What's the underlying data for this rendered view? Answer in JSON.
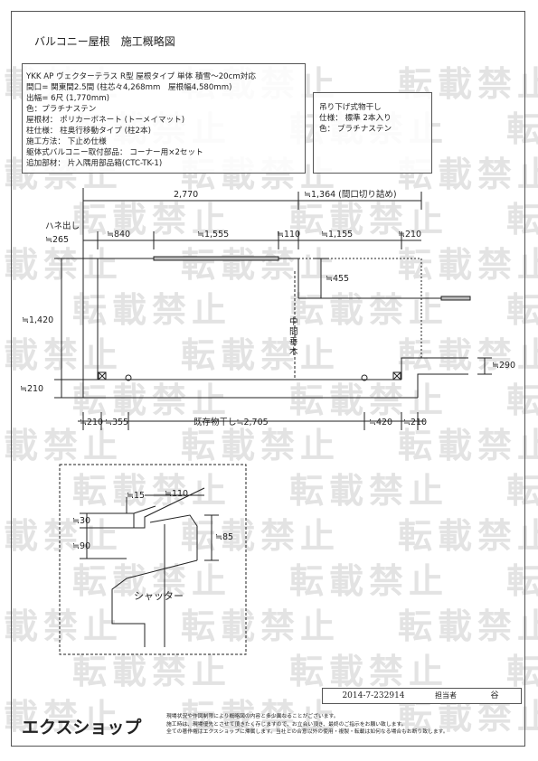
{
  "header": {
    "title": "バルコニー屋根　施工概略図"
  },
  "spec": {
    "lines": [
      "YKK AP ヴェクターテラス R型 屋根タイプ 単体 積雪～20cm対応",
      "間口= 関東間2.5間 (柱芯々4,268mm　屋根幅4,580mm)",
      "出幅= 6尺 (1,770mm)",
      "色：プラチナステン",
      "屋根材： ポリカーボネート (トーメイマット)",
      "柱仕様： 柱奥行移動タイプ (柱2本)",
      "施工方法： 下止め仕様",
      "躯体式バルコニー取付部品： コーナー用×2セット",
      "追加部材： 片入隅用部品箱(CTC-TK-1)"
    ]
  },
  "dryer": {
    "lines": [
      "吊り下げ式物干し",
      "仕様： 標準 2本入り",
      "色： プラチナステン"
    ]
  },
  "plan": {
    "dim_2770": "2,770",
    "dim_1364": "≒1,364 (間口切り詰め)",
    "hane_label": "ハネ出し",
    "dim_265": "≒265",
    "dim_840": "≒840",
    "dim_1555": "≒1,555",
    "dim_110": "≒110",
    "dim_1155": "≒1,155",
    "dim_210_top": "≒210",
    "dim_455": "≒455",
    "dim_1420": "≒1,420",
    "naka_label": "中間垂木",
    "dim_290": "≒290",
    "dim_210_left": "≒210",
    "dim_210_bl": "≒210",
    "dim_355": "≒355",
    "existing_dryer": "既存物干し≒2,705",
    "dim_420": "≒420",
    "dim_210_br": "≒210"
  },
  "detail": {
    "dim_15": "≒15",
    "dim_110": "≒110",
    "dim_30": "≒30",
    "dim_90": "≒90",
    "dim_85": "≒85",
    "shutter": "シャッター"
  },
  "footer": {
    "doc_id": "2014-7-232914",
    "role_label": "担当者",
    "person": "谷",
    "brand": "エクスショップ",
    "notes": [
      "現場状況や作図制限により概略図の内容と多少異なることがございます。",
      "施工時は、現場優先とさせて頂きたく存じますので、お立会い頂き、最終のご指示をお願い致します。",
      "全ての著作権はエクスショップに帰属します。当社との合意以外の使用・複製・転載は如何なる場合もお断り致します。"
    ]
  },
  "watermark": {
    "text": "転載禁止"
  }
}
